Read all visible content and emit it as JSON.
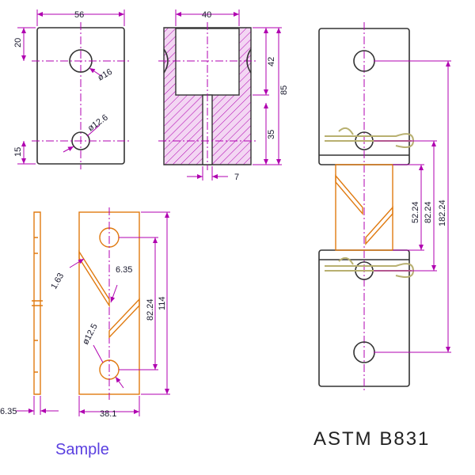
{
  "top_left_view": {
    "width": "56",
    "top_offset": "20",
    "bottom_offset": "15",
    "hole_large": "ø16",
    "hole_small": "ø12.6"
  },
  "section_view": {
    "top_width": "40",
    "upper_height": "42",
    "lower_height": "35",
    "total_height": "85",
    "slot_width": "7"
  },
  "sample_view": {
    "thickness_left": "6.35",
    "notch": "1.63",
    "slot": "6.35",
    "hole_dia": "ø12.5",
    "hole_span": "82.24",
    "length": "114",
    "width": "38.1"
  },
  "assembly_view": {
    "dim_inner": "52.24",
    "dim_mid": "82.24",
    "dim_outer": "182.24"
  },
  "captions": {
    "sample": "Sample",
    "astm": "ASTM B831"
  }
}
